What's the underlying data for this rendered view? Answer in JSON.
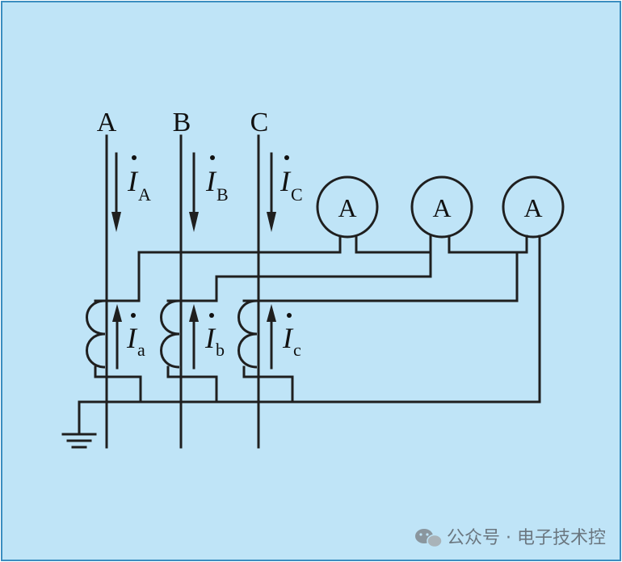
{
  "colors": {
    "background": "#bfe4f7",
    "line": "#1f1f1f",
    "frame": "#3b8ec0"
  },
  "phases": [
    {
      "label": "A",
      "current_main": "I",
      "main_sub": "A",
      "current_ct": "I",
      "ct_sub": "a"
    },
    {
      "label": "B",
      "current_main": "I",
      "main_sub": "B",
      "current_ct": "I",
      "ct_sub": "b"
    },
    {
      "label": "C",
      "current_main": "I",
      "main_sub": "C",
      "current_ct": "I",
      "ct_sub": "c"
    }
  ],
  "meters": [
    {
      "label": "A"
    },
    {
      "label": "A"
    },
    {
      "label": "A"
    }
  ],
  "watermark": {
    "text": "公众号 · 电子技术控",
    "icon": "wechat-icon"
  }
}
